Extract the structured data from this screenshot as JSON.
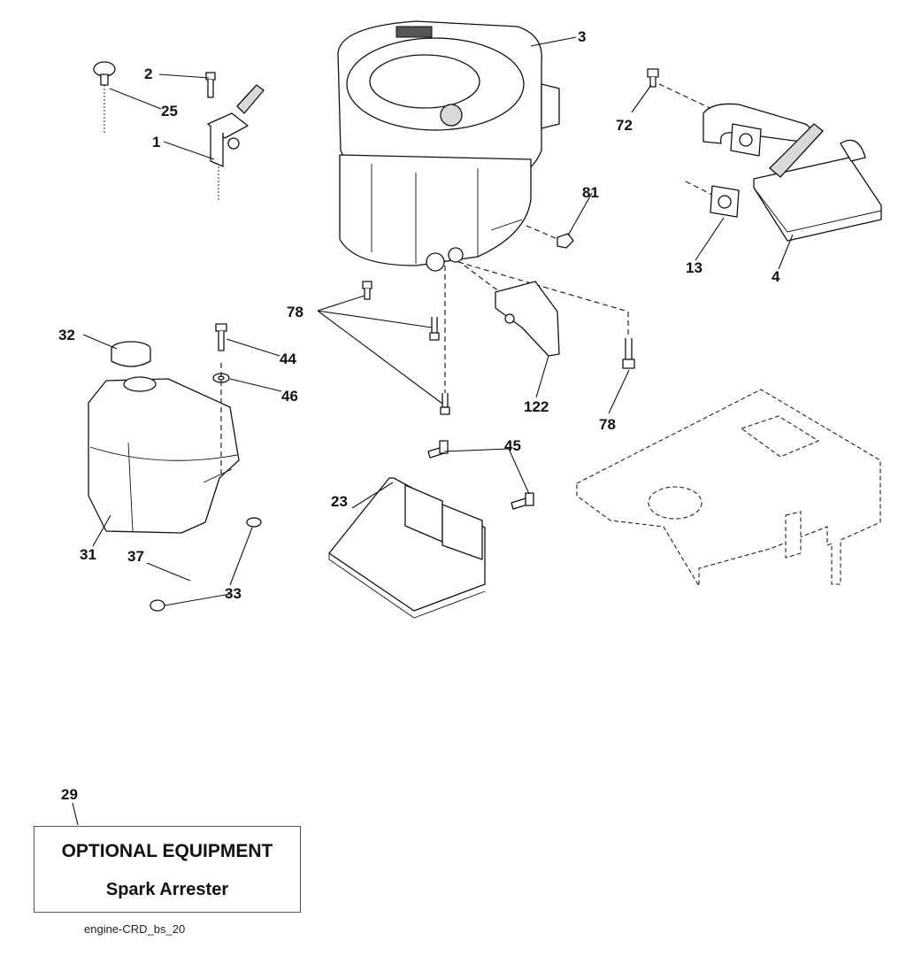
{
  "callouts": {
    "c1": "1",
    "c2": "2",
    "c3": "3",
    "c4": "4",
    "c13": "13",
    "c23": "23",
    "c25": "25",
    "c29": "29",
    "c31": "31",
    "c32": "32",
    "c33": "33",
    "c37": "37",
    "c44": "44",
    "c45": "45",
    "c46": "46",
    "c72": "72",
    "c78a": "78",
    "c78b": "78",
    "c81": "81",
    "c122": "122"
  },
  "optional_equipment": {
    "title": "OPTIONAL EQUIPMENT",
    "item": "Spark Arrester"
  },
  "caption": "engine-CRD_bs_20"
}
